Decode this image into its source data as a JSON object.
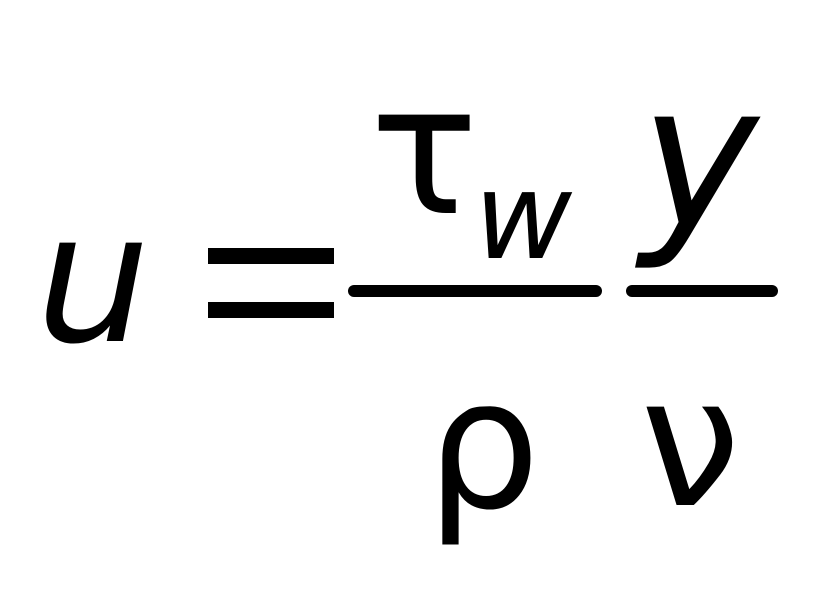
{
  "equation": {
    "lhs": "u",
    "equals": "=",
    "fraction1": {
      "numerator": "τ",
      "numerator_subscript": "w",
      "denominator": "ρ"
    },
    "fraction2": {
      "numerator": "y",
      "denominator": "ν"
    }
  }
}
